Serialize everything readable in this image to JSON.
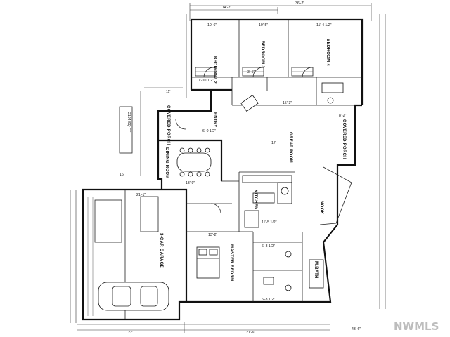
{
  "rooms": {
    "bedroom2": "BEDROOM 2",
    "bedroom3": "BEDROOM 3",
    "bedroom4": "BEDROOM 4",
    "covered_porch_left": "COVERED PORCH",
    "covered_porch_right": "COVERED PORCH",
    "dining_room": "DINING ROOM",
    "great_room": "GREAT ROOM",
    "kitchen": "KITCHEN",
    "nook": "NOOK",
    "garage": "3-CAR GARAGE",
    "master_bedroom": "MASTER BEDRM",
    "master_bath": "M.BATH",
    "entry": "ENTRY"
  },
  "dimensions": {
    "top_overall": "36'-2\"",
    "top_left": "14'-2\"",
    "bed2_w": "10'-6\"",
    "bed3_w": "10'-5\"",
    "bed4_w": "11'-4 1/2\"",
    "hall": "3'-5\"",
    "closet": "7'-10 1/2\"",
    "bed3_depth": "11'",
    "porch_left": "6'-0 1/2\"",
    "great_room_w": "15'-3\"",
    "great_room_d": "17'",
    "porch_right": "8'-2\"",
    "dining_w": "13'-9\"",
    "left_16": "16'",
    "garage_w": "21'-1\"",
    "master_w": "13'-2\"",
    "kitchen_w": "11'-5 1/2\"",
    "bath_w": "6'-3 1/2\"",
    "bath_w2": "6'-3 1/2\"",
    "bottom_left": "22'",
    "bottom_right": "21'-6\"",
    "bottom_overall": "43'-6\""
  },
  "sidebar_note": "2194 SQ FT",
  "watermark": "NWMLS"
}
